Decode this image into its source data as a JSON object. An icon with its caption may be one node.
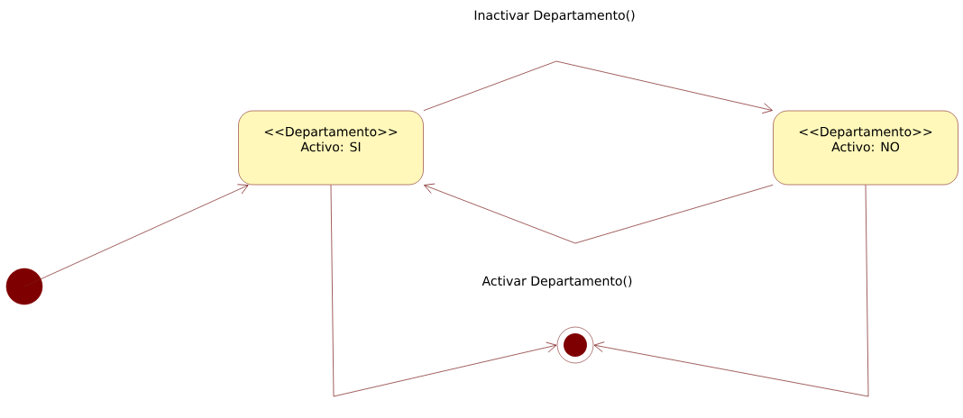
{
  "diagram": {
    "nodes": [
      {
        "text": [],
        "shape": "circle"
      },
      {
        "text": [
          "<<Departamento>>",
          "Activo: SI"
        ]
      },
      {
        "text": [
          "<<Departamento>>",
          "Activo: NO"
        ]
      },
      {
        "text": [],
        "shape": "bullseye"
      }
    ],
    "edges": [
      {
        "from": 0,
        "to": 1,
        "arrow": "to"
      },
      {
        "from": 1,
        "to": 2,
        "arrow": "to",
        "label": "Inactivar Departamento()"
      },
      {
        "from": 2,
        "to": 1,
        "arrow": "to",
        "label": "Activar Departamento()"
      },
      {
        "from": 1,
        "to": 3,
        "arrow": "to"
      },
      {
        "from": 2,
        "to": 3,
        "arrow": "to"
      }
    ]
  }
}
